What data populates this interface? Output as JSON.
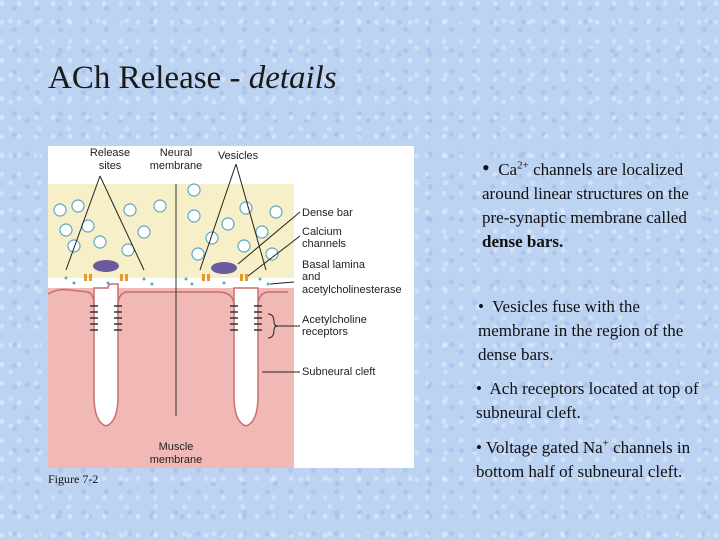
{
  "slide": {
    "title_main": "ACh Release - ",
    "title_italic": "details",
    "caption": "Figure 7-2"
  },
  "diagram": {
    "labels": {
      "release_sites_1": "Release",
      "release_sites_2": "sites",
      "neural_membrane_1": "Neural",
      "neural_membrane_2": "membrane",
      "vesicles": "Vesicles",
      "dense_bar": "Dense bar",
      "calcium_channels_1": "Calcium",
      "calcium_channels_2": "channels",
      "basal_lamina_1": "Basal lamina",
      "basal_lamina_2": "and",
      "basal_lamina_3": "acetylcholinesterase",
      "ach_receptors_1": "Acetylcholine",
      "ach_receptors_2": "receptors",
      "subneural_cleft": "Subneural cleft",
      "muscle_membrane_1": "Muscle",
      "muscle_membrane_2": "membrane"
    },
    "colors": {
      "nerve_terminal": "#f7efc8",
      "muscle": "#f0b9b5",
      "membrane_line": "#c96e6e",
      "dense_bar": "#6a5a9e",
      "calcium_channel": "#e39a2a",
      "vesicle": "#5aa7c9"
    }
  },
  "bullets": {
    "b1_pre": "Ca",
    "b1_sup": "2+",
    "b1_post": " channels are localized around linear structures on the pre-synaptic membrane called ",
    "b1_bold": "dense bars.",
    "b2": "Vesicles fuse with the membrane in the region of the dense bars.",
    "b3": "Ach receptors located at top of subneural cleft.",
    "b4_pre": "• Voltage gated Na",
    "b4_sup": "+",
    "b4_post": " channels in bottom half of subneural cleft."
  }
}
